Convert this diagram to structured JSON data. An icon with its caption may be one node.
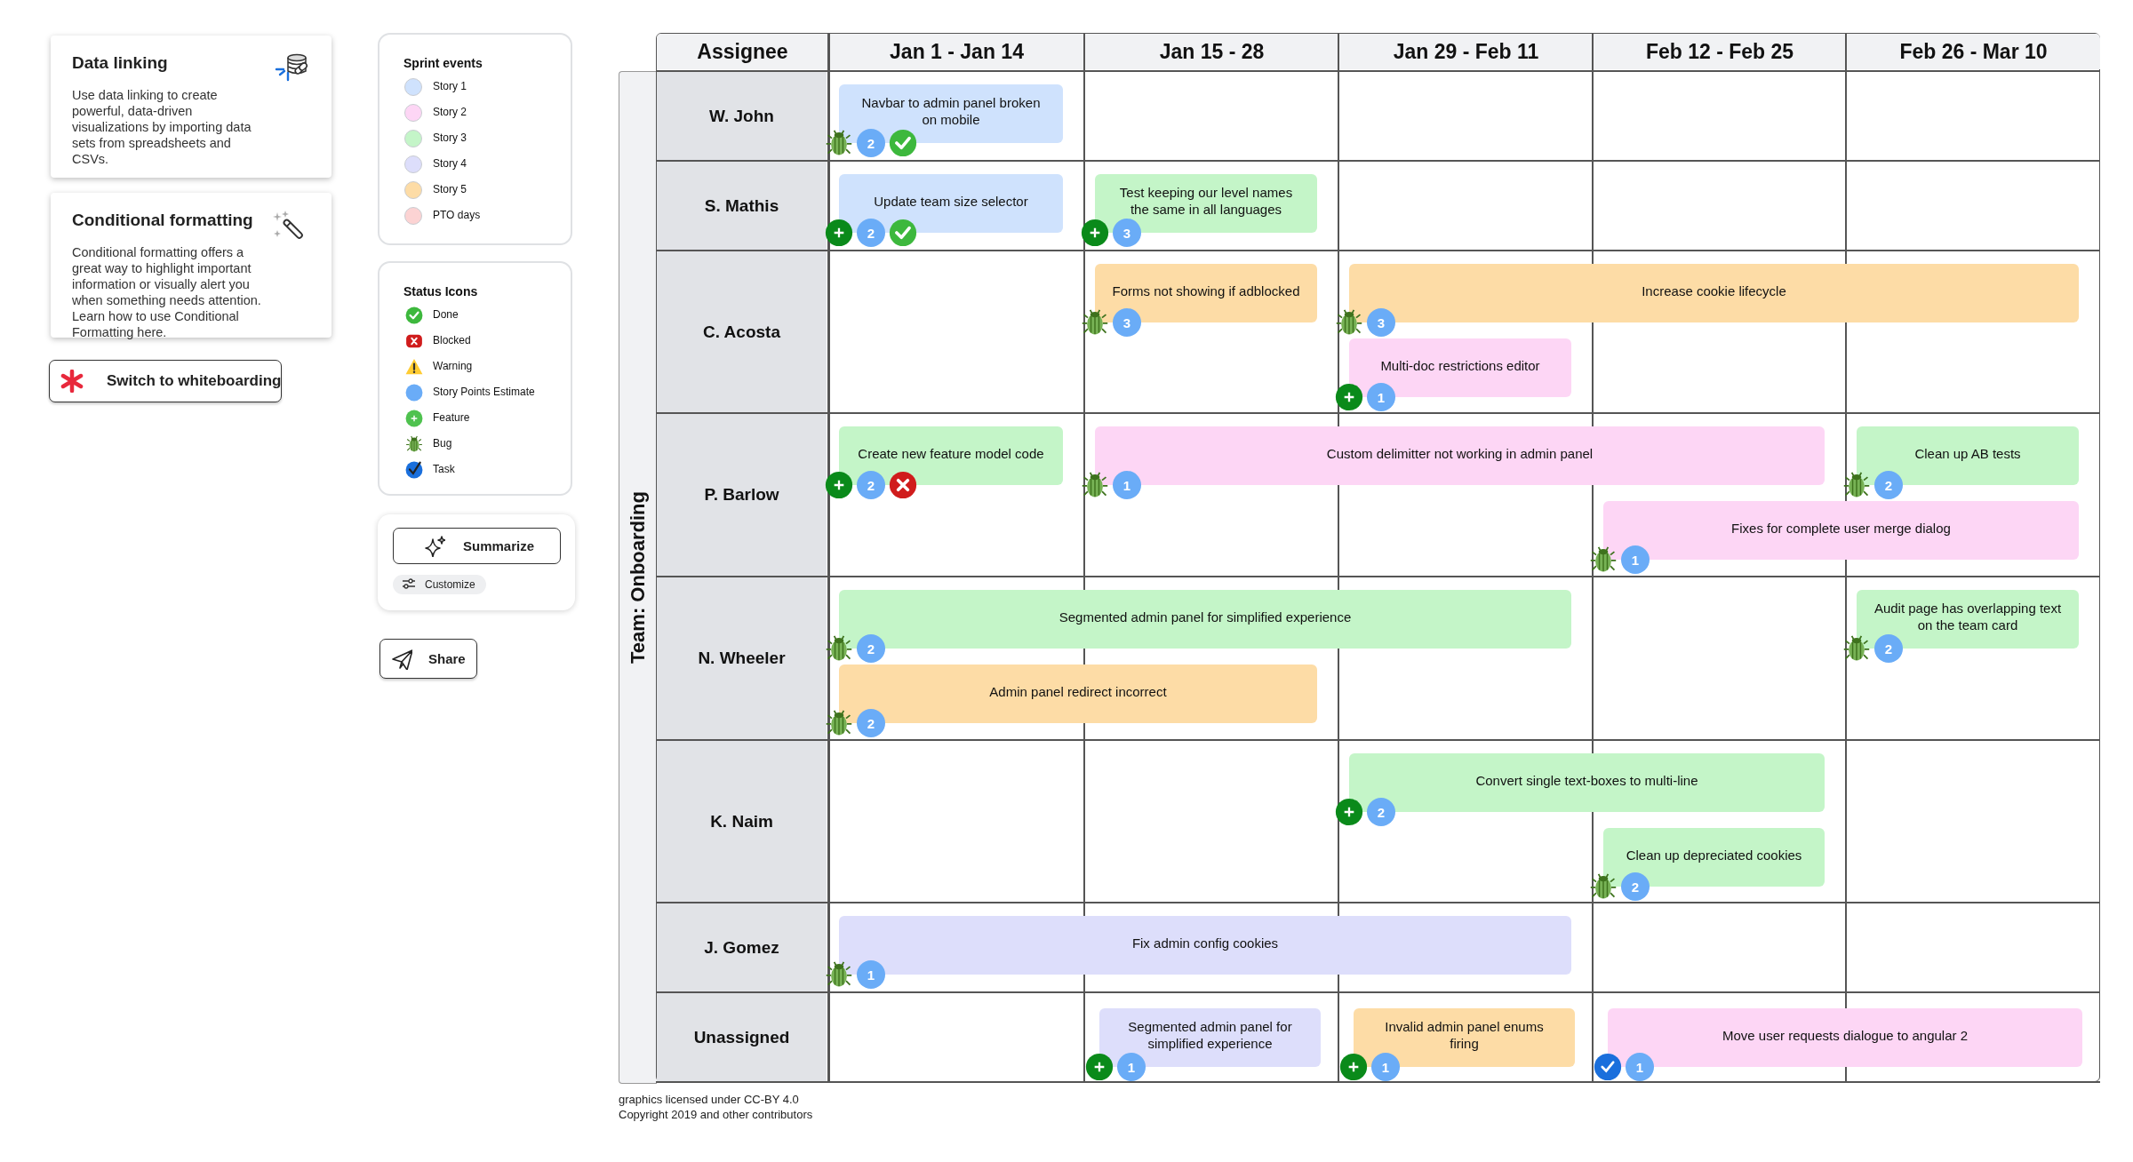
{
  "diagram": {
    "nodes": [
      {
        "text": [
          "Data linking",
          "Use data linking to create powerful, data-driven visualizations by importing data sets from spreadsheets and CSVs."
        ]
      },
      {
        "text": [
          "Conditional formatting",
          "Conditional formatting offers a great way to highlight important information or visually alert you when something needs attention. Learn how to use Conditional Formatting here."
        ]
      },
      {
        "text": [
          "Switch to whiteboarding"
        ]
      },
      {
        "text": [
          "Summarize"
        ]
      },
      {
        "text": [
          "Customize"
        ]
      },
      {
        "text": [
          "Share"
        ]
      },
      {
        "text": [
          "Team: Onboarding"
        ]
      },
      {
        "text": [
          "Navbar to admin panel broken on mobile"
        ],
        "beside": [
          "2"
        ]
      },
      {
        "text": [
          "Update team size selector"
        ],
        "beside": [
          "2"
        ]
      },
      {
        "text": [
          "Test keeping our level names the same in all languages"
        ],
        "beside": [
          "3"
        ]
      },
      {
        "text": [
          "Forms not showing if adblocked"
        ],
        "beside": [
          "3"
        ]
      },
      {
        "text": [
          "Increase cookie lifecycle"
        ],
        "beside": [
          "3"
        ]
      },
      {
        "text": [
          "Multi-doc restrictions editor"
        ],
        "beside": [
          "1"
        ]
      },
      {
        "text": [
          "Create new feature model code"
        ],
        "beside": [
          "2"
        ]
      },
      {
        "text": [
          "Custom delimitter not working in admin panel"
        ],
        "beside": [
          "1"
        ]
      },
      {
        "text": [
          "Clean up AB tests"
        ],
        "beside": [
          "2"
        ]
      },
      {
        "text": [
          "Fixes for complete user merge dialog"
        ],
        "beside": [
          "1"
        ]
      },
      {
        "text": [
          "Segmented admin panel for simplified experience"
        ],
        "beside": [
          "2"
        ]
      },
      {
        "text": [
          "Audit page has overlapping text on the team card"
        ],
        "beside": [
          "2"
        ]
      },
      {
        "text": [
          "Admin panel redirect incorrect"
        ],
        "beside": [
          "2"
        ]
      },
      {
        "text": [
          "Convert single text-boxes to multi-line"
        ],
        "beside": [
          "2"
        ]
      },
      {
        "text": [
          "Clean up depreciated cookies"
        ],
        "beside": [
          "2"
        ]
      },
      {
        "text": [
          "Fix admin config cookies"
        ],
        "beside": [
          "1"
        ]
      },
      {
        "text": [
          "Segmented admin panel for simplified experience"
        ],
        "beside": [
          "1"
        ]
      },
      {
        "text": [
          "Invalid admin panel enums firing"
        ],
        "beside": [
          "1"
        ]
      },
      {
        "text": [
          "Move user requests dialogue to angular 2"
        ],
        "beside": [
          "1"
        ]
      }
    ],
    "edges": [],
    "labels": [
      "Sprint events",
      "Status Icons",
      "Assignee",
      "Jan 1 - Jan 14",
      "Jan 15 - 28",
      "Jan 29 - Feb 11",
      "Feb 12 - Feb 25",
      "Feb 26 - Mar 10",
      "W. John",
      "S. Mathis",
      "C. Acosta",
      "P. Barlow",
      "N. Wheeler",
      "K. Naim",
      "J. Gomez",
      "Unassigned",
      "graphics licensed under CC-BY 4.0",
      "Copyright 2019 and other contributors"
    ],
    "legend": [
      {
        "text": "Story 1",
        "color": "#cfe2fd"
      },
      {
        "text": "Story 2",
        "color": "#fdd6f5"
      },
      {
        "text": "Story 3",
        "color": "#c4f5c8"
      },
      {
        "text": "Story 4",
        "color": "#dddefb"
      },
      {
        "text": "Story 5",
        "color": "#fddca6"
      },
      {
        "text": "PTO days",
        "color": "#fcd3d3"
      },
      {
        "text": "Done"
      },
      {
        "text": "Blocked"
      },
      {
        "text": "Warning"
      },
      {
        "text": "Story Points Estimate"
      },
      {
        "text": "Feature"
      },
      {
        "text": "Bug"
      },
      {
        "text": "Task"
      }
    ]
  }
}
